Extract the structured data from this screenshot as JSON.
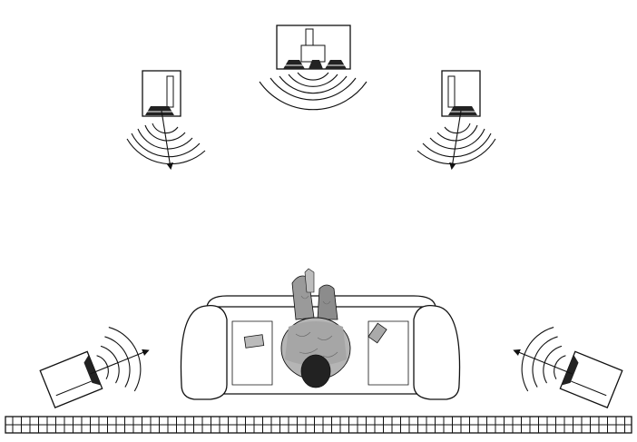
{
  "diagram": {
    "kind": "surround-sound-speaker-placement",
    "colors": {
      "line": "#111111",
      "fill": "#ffffff",
      "hatch": "#555555"
    },
    "speakers": [
      {
        "id": "center",
        "icon": "center-speaker-icon",
        "aim": "listener"
      },
      {
        "id": "front-left",
        "icon": "front-left-speaker-icon",
        "aim": "listener"
      },
      {
        "id": "front-right",
        "icon": "front-right-speaker-icon",
        "aim": "listener"
      },
      {
        "id": "surround-left",
        "icon": "surround-left-speaker-icon",
        "aim": "listener"
      },
      {
        "id": "surround-right",
        "icon": "surround-right-speaker-icon",
        "aim": "listener"
      }
    ],
    "listener": {
      "icon": "listener-icon",
      "seat": "sofa-icon"
    },
    "wall": {
      "icon": "rear-wall-icon"
    }
  }
}
